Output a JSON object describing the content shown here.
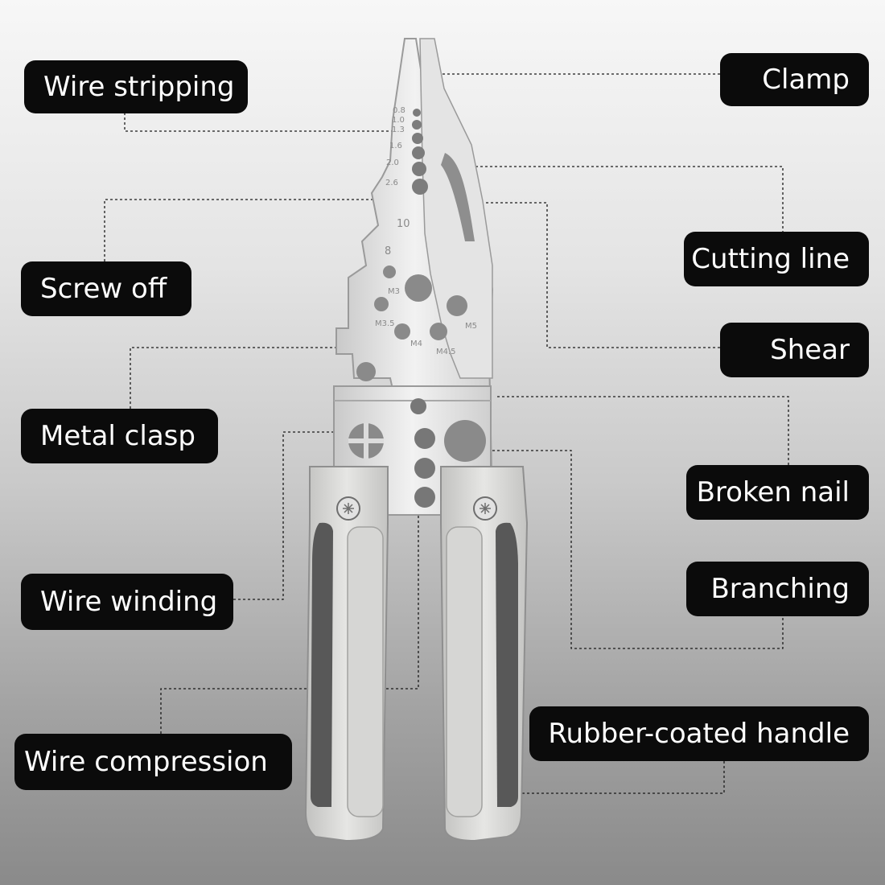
{
  "labels": {
    "wire_stripping": "Wire stripping",
    "clamp": "Clamp",
    "cutting_line": "Cutting line",
    "screw_off": "Screw off",
    "shear": "Shear",
    "metal_clasp": "Metal clasp",
    "broken_nail": "Broken nail",
    "branching": "Branching",
    "wire_winding": "Wire winding",
    "wire_compression": "Wire compression",
    "rubber_coated_handle": "Rubber-coated handle"
  },
  "engravings": {
    "gauges": [
      "0.8",
      "1.0",
      "1.3",
      "1.6",
      "2.0",
      "2.6"
    ],
    "size_10": "10",
    "size_8": "8",
    "m3": "M3",
    "m3_5": "M3.5",
    "m4": "M4",
    "m4_5": "M4.5",
    "m5": "M5"
  },
  "colors": {
    "label_bg": "#0b0b0b",
    "label_text": "#ffffff",
    "steel": "#dcdcdc",
    "handle_light": "#d8d8d6",
    "handle_dark": "#585858",
    "leader_line": "#1a1a1a"
  }
}
